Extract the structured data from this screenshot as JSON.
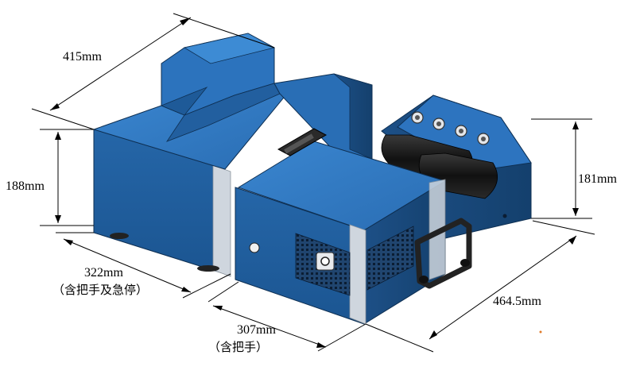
{
  "dimensions": {
    "top_width": "415mm",
    "left_height": "188mm",
    "left_depth": "322mm",
    "left_depth_note": "（含把手及急停）",
    "right_height": "181mm",
    "right_depth": "464.5mm",
    "front_width": "307mm",
    "front_width_note": "（含把手）"
  },
  "colors": {
    "body_top": "#2f78c2",
    "body_front": "#1f5e9e",
    "body_side": "#17477a",
    "dark": "#1a1a1a",
    "silver": "#d8dde3"
  }
}
